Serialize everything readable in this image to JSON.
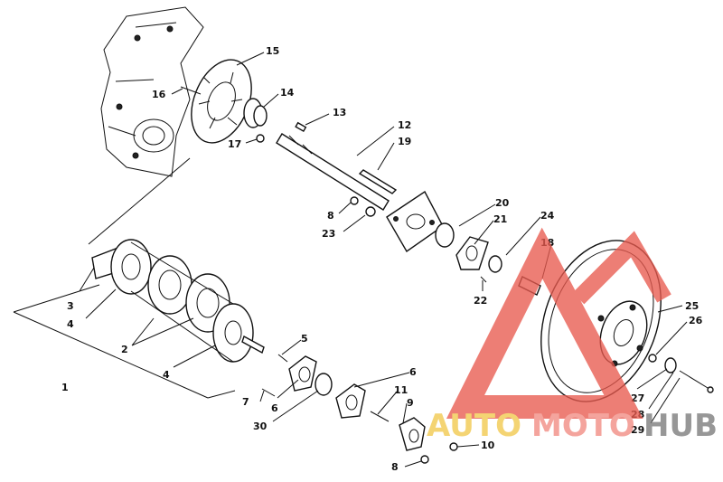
{
  "diagram": {
    "callouts": [
      {
        "id": "c1",
        "label": "1"
      },
      {
        "id": "c2",
        "label": "2"
      },
      {
        "id": "c3",
        "label": "3"
      },
      {
        "id": "c4a",
        "label": "4"
      },
      {
        "id": "c4b",
        "label": "4"
      },
      {
        "id": "c5",
        "label": "5"
      },
      {
        "id": "c6a",
        "label": "6"
      },
      {
        "id": "c6b",
        "label": "6"
      },
      {
        "id": "c7",
        "label": "7"
      },
      {
        "id": "c8a",
        "label": "8"
      },
      {
        "id": "c8b",
        "label": "8"
      },
      {
        "id": "c9",
        "label": "9"
      },
      {
        "id": "c10",
        "label": "10"
      },
      {
        "id": "c11",
        "label": "11"
      },
      {
        "id": "c12",
        "label": "12"
      },
      {
        "id": "c13",
        "label": "13"
      },
      {
        "id": "c14",
        "label": "14"
      },
      {
        "id": "c15",
        "label": "15"
      },
      {
        "id": "c16",
        "label": "16"
      },
      {
        "id": "c17",
        "label": "17"
      },
      {
        "id": "c18",
        "label": "18"
      },
      {
        "id": "c19",
        "label": "19"
      },
      {
        "id": "c20",
        "label": "20"
      },
      {
        "id": "c21",
        "label": "21"
      },
      {
        "id": "c22",
        "label": "22"
      },
      {
        "id": "c23",
        "label": "23"
      },
      {
        "id": "c24",
        "label": "24"
      },
      {
        "id": "c25",
        "label": "25"
      },
      {
        "id": "c26",
        "label": "26"
      },
      {
        "id": "c27",
        "label": "27"
      },
      {
        "id": "c28",
        "label": "28"
      },
      {
        "id": "c29",
        "label": "29"
      },
      {
        "id": "c30",
        "label": "30"
      }
    ]
  },
  "watermark": {
    "part1": "AUTO",
    "part2": "MOTO",
    "part3": "HUB",
    "colors": {
      "part1": "#f2c94c",
      "part2": "#f28b82",
      "part3": "#7a7a7a",
      "logo": "#e85a4f"
    }
  }
}
